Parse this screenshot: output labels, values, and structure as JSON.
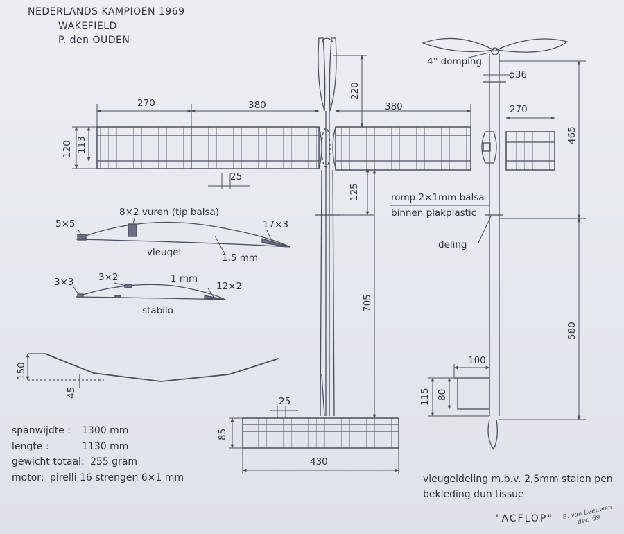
{
  "header": {
    "line1": "NEDERLANDS KAMPIOEN 1969",
    "line2": "WAKEFIELD",
    "line3": "P. den OUDEN"
  },
  "dimensions": {
    "wing_tip_left": "270",
    "wing_inner_left": "380",
    "wing_inner_right": "380",
    "wing_tip_right": "270",
    "chord_outer": "120",
    "chord_inner": "113",
    "rib_spacing": "25",
    "nose_length": "220",
    "wing_to_fuselage": "125",
    "fuselage_length": "705",
    "stab_rib_spacing": "25",
    "stab_chord": "85",
    "stab_span": "430",
    "side_front": "465",
    "side_rear": "580",
    "diameter": "ϕ36",
    "fin_width": "100",
    "fin_height_outer": "115",
    "fin_height_inner": "80",
    "dihedral_height": "150",
    "dihedral_inner": "45"
  },
  "notes": {
    "wing_spar": "8×2 vuren (tip balsa)",
    "le_wing": "5×5",
    "te_wing": "17×3",
    "wing_section": "vleugel",
    "wing_sheet": "1,5 mm",
    "le_stab": "3×3",
    "stab_spar": "3×2",
    "stab_sheet": "1 mm",
    "te_stab": "12×2",
    "stab_section": "stabilo",
    "damping": "4° domping",
    "fuselage_1": "romp 2×1mm balsa",
    "fuselage_2": "binnen plakplastic",
    "split": "deling"
  },
  "specs": [
    {
      "label": "spanwijdte :",
      "value": "1300 mm"
    },
    {
      "label": "lengte :",
      "value": "1130 mm"
    },
    {
      "label": "gewicht totaal:",
      "value": "255 gram"
    },
    {
      "label": "motor:",
      "value": "pirelli  16 strengen 6×1 mm"
    }
  ],
  "footer": {
    "split_note": "vleugeldeling m.b.v. 2,5mm stalen pen",
    "covering": "bekleding dun tissue",
    "name": "\"ACFLOP\"",
    "signature_1": "B. van Leeuwen",
    "signature_2": "dec '69"
  },
  "colors": {
    "ink": "#4a5060",
    "paper": "#e6e9ee"
  }
}
